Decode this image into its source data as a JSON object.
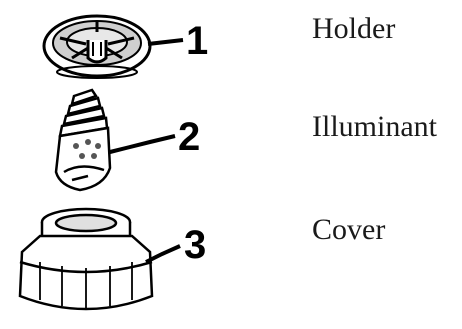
{
  "parts": [
    {
      "number": "1",
      "label": "Holder"
    },
    {
      "number": "2",
      "label": "Illuminant"
    },
    {
      "number": "3",
      "label": "Cover"
    }
  ],
  "colors": {
    "line": "#000000",
    "text": "#1a1a1a",
    "fill_light": "#ffffff",
    "fill_gray": "#cfcfcf"
  }
}
